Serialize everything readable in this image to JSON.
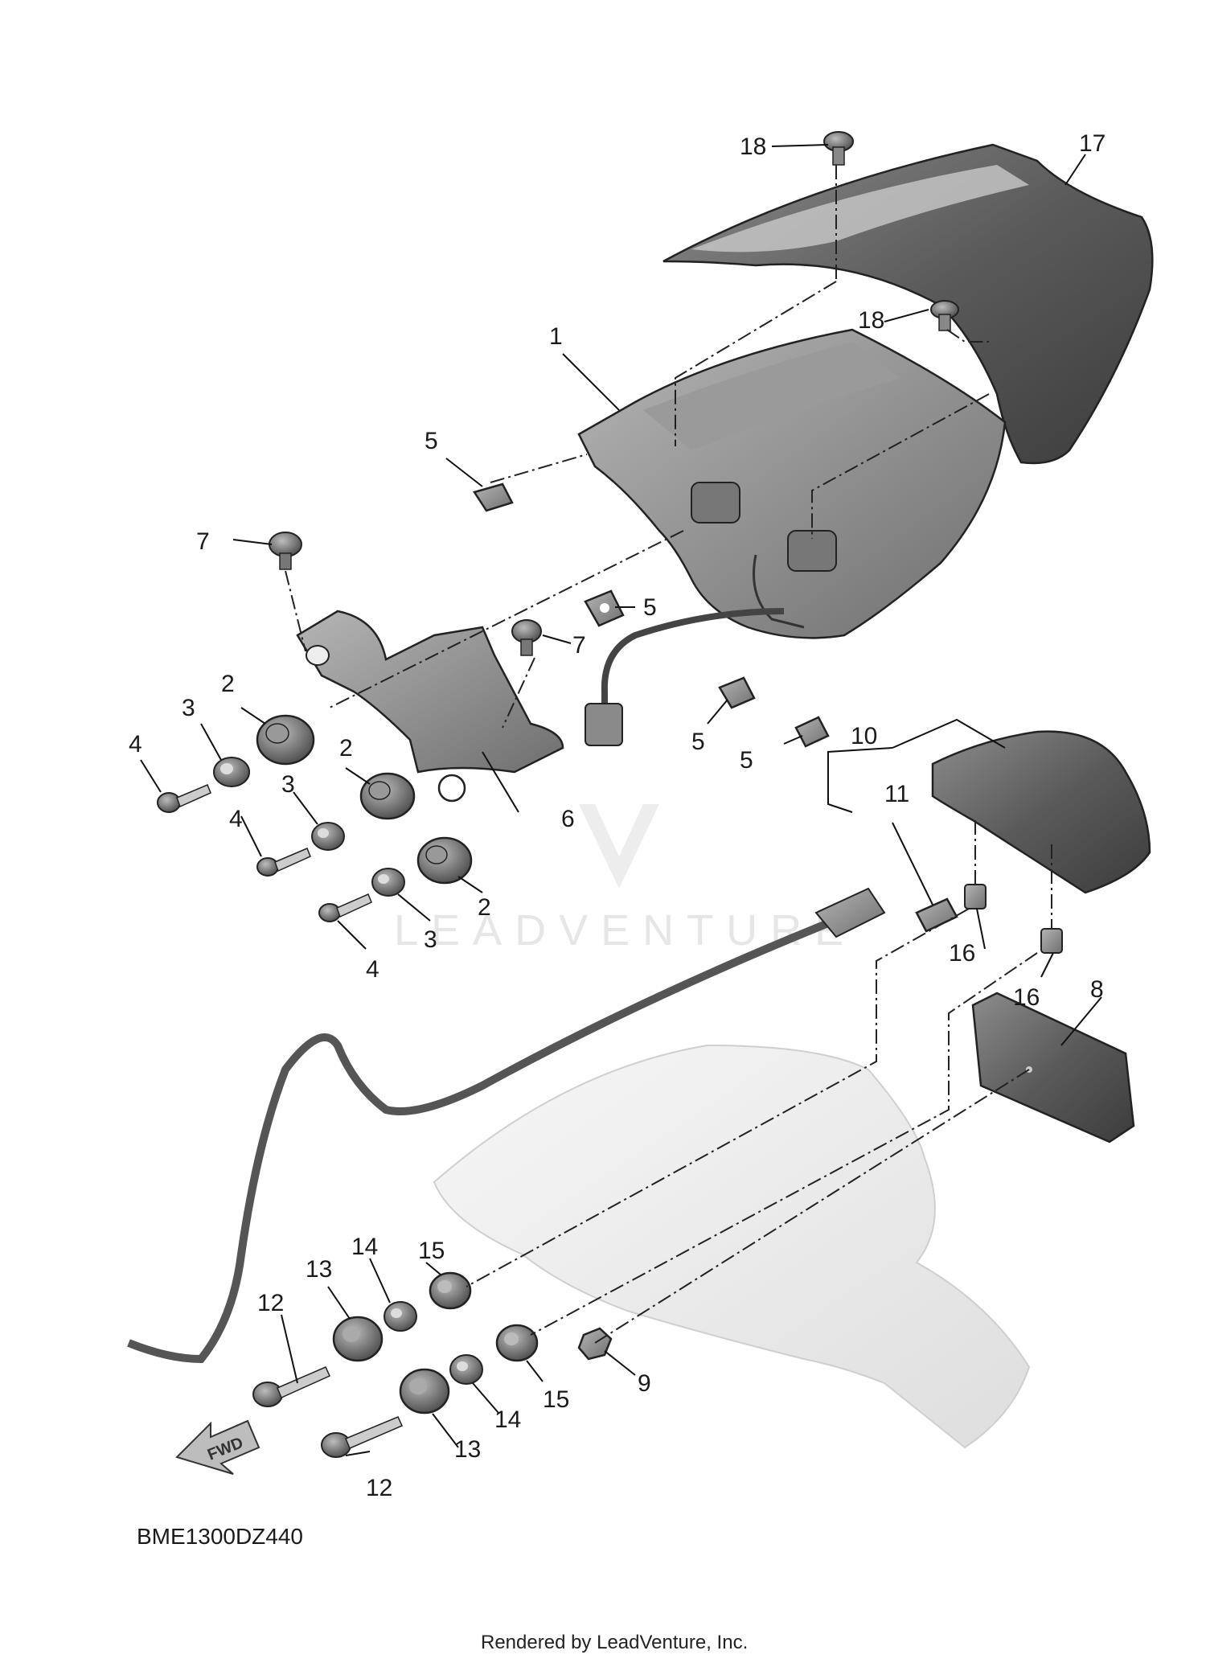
{
  "diagram": {
    "code": "BME1300DZ440",
    "footer": "Rendered by LeadVenture, Inc.",
    "watermark": "LEADVENTURE",
    "fwd_label": "FWD",
    "part_labels": [
      {
        "id": "p1",
        "text": "1"
      },
      {
        "id": "p2a",
        "text": "2"
      },
      {
        "id": "p2b",
        "text": "2"
      },
      {
        "id": "p2c",
        "text": "2"
      },
      {
        "id": "p3a",
        "text": "3"
      },
      {
        "id": "p3b",
        "text": "3"
      },
      {
        "id": "p3c",
        "text": "3"
      },
      {
        "id": "p4a",
        "text": "4"
      },
      {
        "id": "p4b",
        "text": "4"
      },
      {
        "id": "p4c",
        "text": "4"
      },
      {
        "id": "p5a",
        "text": "5"
      },
      {
        "id": "p5b",
        "text": "5"
      },
      {
        "id": "p5c",
        "text": "5"
      },
      {
        "id": "p5d",
        "text": "5"
      },
      {
        "id": "p6",
        "text": "6"
      },
      {
        "id": "p7a",
        "text": "7"
      },
      {
        "id": "p7b",
        "text": "7"
      },
      {
        "id": "p8",
        "text": "8"
      },
      {
        "id": "p9",
        "text": "9"
      },
      {
        "id": "p10",
        "text": "10"
      },
      {
        "id": "p11",
        "text": "11"
      },
      {
        "id": "p12a",
        "text": "12"
      },
      {
        "id": "p12b",
        "text": "12"
      },
      {
        "id": "p13a",
        "text": "13"
      },
      {
        "id": "p13b",
        "text": "13"
      },
      {
        "id": "p14a",
        "text": "14"
      },
      {
        "id": "p14b",
        "text": "14"
      },
      {
        "id": "p15a",
        "text": "15"
      },
      {
        "id": "p15b",
        "text": "15"
      },
      {
        "id": "p16a",
        "text": "16"
      },
      {
        "id": "p16b",
        "text": "16"
      },
      {
        "id": "p17",
        "text": "17"
      },
      {
        "id": "p18a",
        "text": "18"
      },
      {
        "id": "p18b",
        "text": "18"
      }
    ]
  }
}
